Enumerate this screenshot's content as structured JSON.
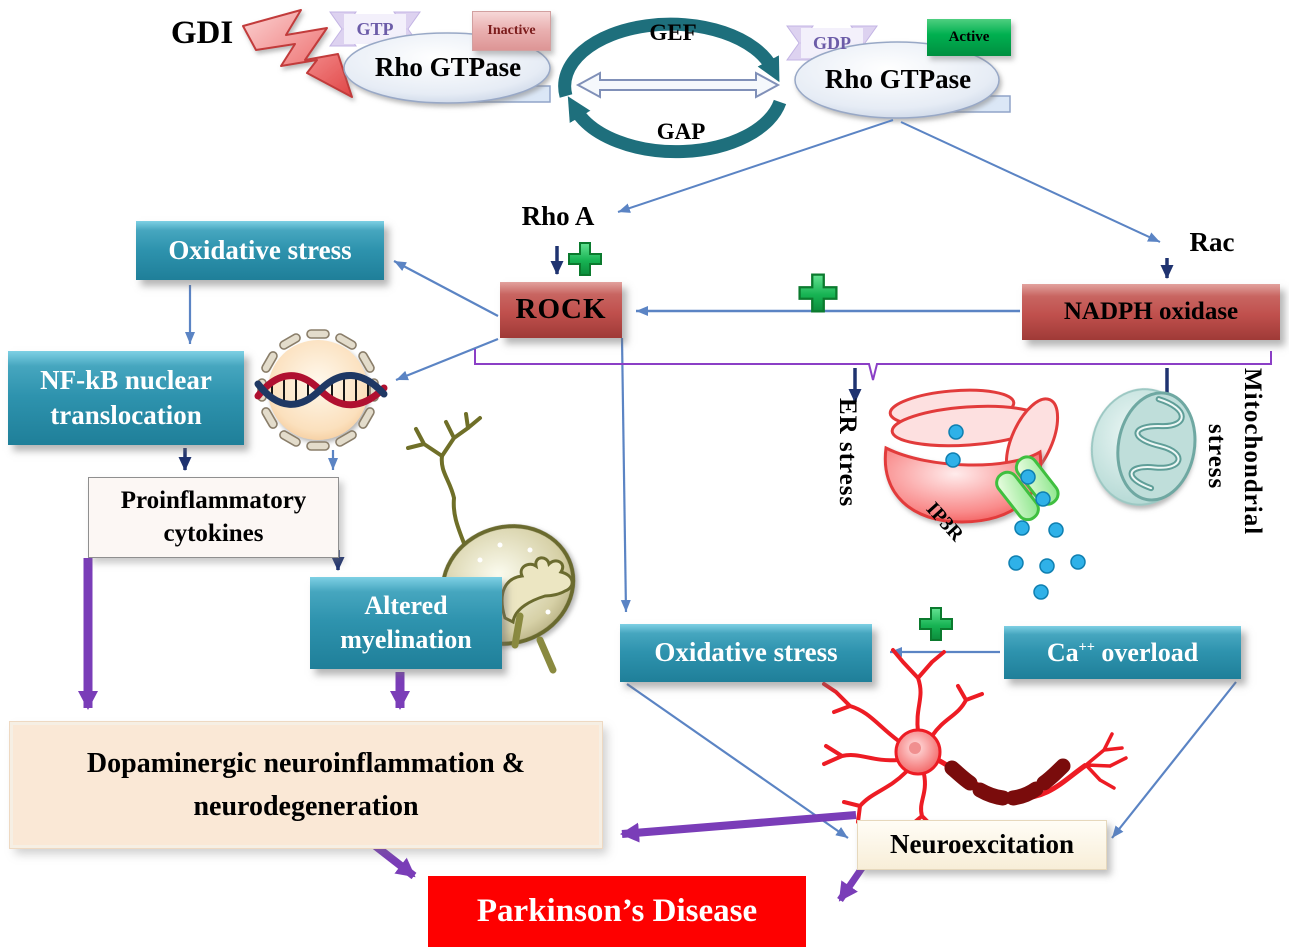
{
  "nodes": {
    "gdi": "GDI",
    "gtp": "GTP",
    "gdp": "GDP",
    "inactive": "Inactive",
    "active": "Active",
    "rho_gtpase_inactive": "Rho GTPase",
    "rho_gtpase_active": "Rho GTPase",
    "gef": "GEF",
    "gap": "GAP",
    "rho_a": "Rho A",
    "rac": "Rac",
    "rock": "ROCK",
    "nadph_oxidase": "NADPH oxidase",
    "oxidative_stress_upper": "Oxidative stress",
    "nfkb": {
      "line1": "NF-kB nuclear",
      "line2": "translocation"
    },
    "proinflammatory": {
      "line1": "Proinflammatory",
      "line2": "cytokines"
    },
    "altered_myelination": {
      "line1": "Altered",
      "line2": "myelination"
    },
    "er_stress": "ER stress",
    "ip3r": "IP3R",
    "mitochondrial_stress": {
      "line1": "Mitochondrial",
      "line2": "stress"
    },
    "oxidative_stress_lower": "Oxidative stress",
    "ca_overload": {
      "prefix": "Ca",
      "sup": "++",
      "suffix": " overload"
    },
    "dopaminergic": {
      "line1": "Dopaminergic neuroinflammation &",
      "line2": "neurodegeneration"
    },
    "neuroexcitation": "Neuroexcitation",
    "parkinsons": "Parkinson’s Disease"
  },
  "icons": {
    "lightning-bolt-icon": "red stress bolt hitting inactive Rho GTPase",
    "cycle-arrows-icon": "teal GEF/GAP cycling arrows",
    "exchange-arrow-icon": "open double-headed arrow between states",
    "plus-icon": "green plus sign (activation)",
    "nucleus-icon": "cell nucleus with DNA double helix",
    "oligodendrocyte-icon": "olive glial cell near altered myelination",
    "er-icon": "red endoplasmic reticulum",
    "ip3r-channel-icon": "green IP3R calcium channel",
    "calcium-ion-icon": "blue calcium ion dots",
    "mitochondria-icon": "teal mitochondrion",
    "neuron-icon": "red neuron with myelinated axon"
  },
  "colors": {
    "teal_box": "#2E93AE",
    "red_box": "#C0504D",
    "inactive_box": "#E8A9A9",
    "active_box": "#00B050",
    "parkinsons_box": "#FE0000",
    "peach_box": "#FAE8D6",
    "cream_box": "#FDF5E4",
    "blue_arrow": "#5B84C4",
    "navy_arrow": "#1F3370",
    "purple_arrow": "#7A3DB8",
    "purple_bracket": "#8B3FC6",
    "teal_cycle": "#1E6F7C",
    "plus_green": "#12A347"
  }
}
